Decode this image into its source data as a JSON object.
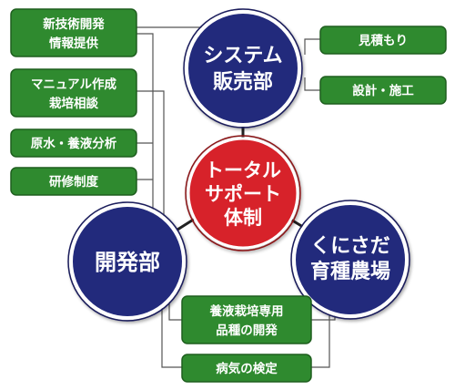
{
  "center": {
    "lines": [
      "トータル",
      "サポート",
      "体制"
    ]
  },
  "nodes": {
    "sales": {
      "lines": [
        "システム",
        "販売部"
      ]
    },
    "dev": {
      "lines": [
        "開発部"
      ]
    },
    "farm": {
      "lines": [
        "くにさだ",
        "育種農場"
      ]
    }
  },
  "tasks": {
    "tech": {
      "lines": [
        "新技術開発",
        "情報提供"
      ]
    },
    "manual": {
      "lines": [
        "マニュアル作成",
        "栽培相談"
      ]
    },
    "water": {
      "lines": [
        "原水・養液分析"
      ]
    },
    "training": {
      "lines": [
        "研修制度"
      ]
    },
    "estimate": {
      "lines": [
        "見積もり"
      ]
    },
    "design": {
      "lines": [
        "設計・施工"
      ]
    },
    "varieties": {
      "lines": [
        "養液栽培専用",
        "品種の開発"
      ]
    },
    "disease": {
      "lines": [
        "病気の検定"
      ]
    }
  },
  "colors": {
    "node_fill": "#232a7c",
    "node_ring": "#ffffff",
    "node_outline": "#1a1f5c",
    "center_fill": "#d7202c",
    "box_fill": "#2f8a2f",
    "box_border": "#1e5e1e",
    "connector": "#555555",
    "spoke": "#222222"
  }
}
